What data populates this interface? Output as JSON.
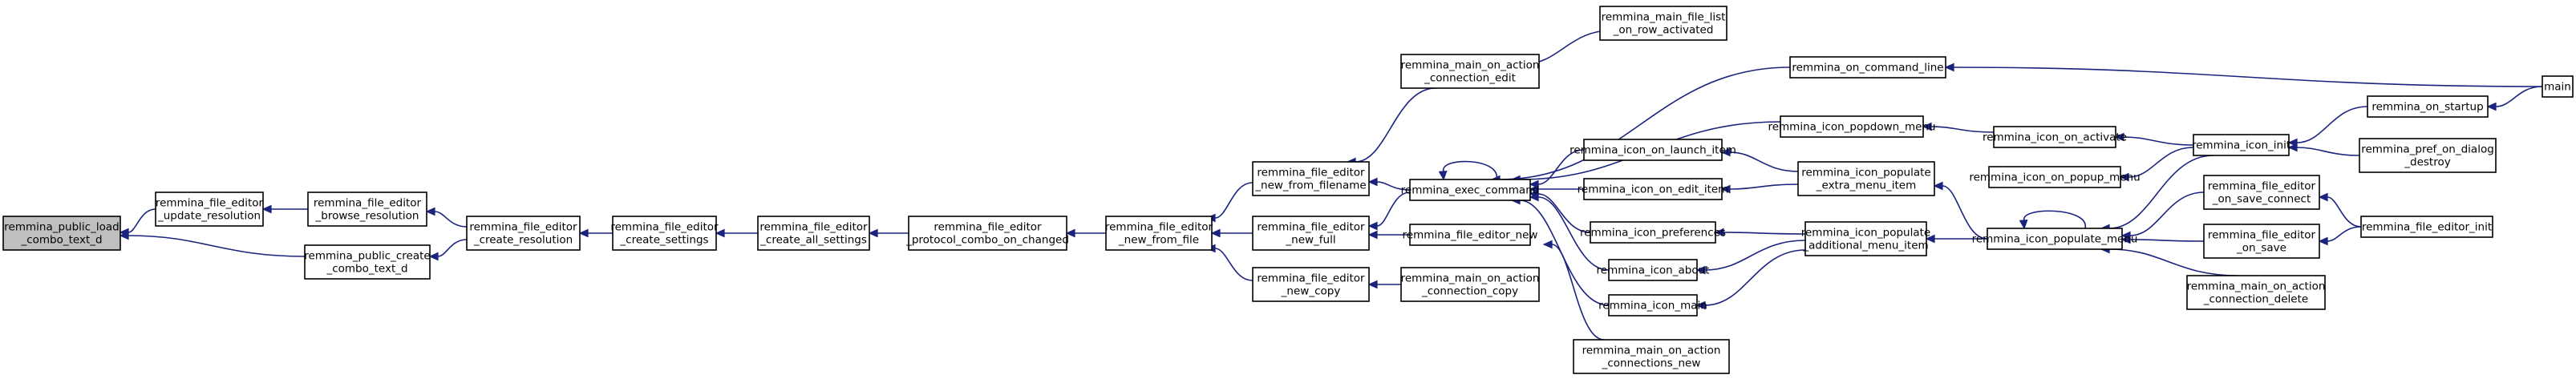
{
  "graph": {
    "title": "",
    "nodes": [
      {
        "id": "load_combo",
        "lines": [
          "remmina_public_load",
          "_combo_text_d"
        ],
        "root": true
      },
      {
        "id": "update_resolution",
        "lines": [
          "remmina_file_editor",
          "_update_resolution"
        ]
      },
      {
        "id": "public_create_combo",
        "lines": [
          "remmina_public_create",
          "_combo_text_d"
        ]
      },
      {
        "id": "browse_resolution",
        "lines": [
          "remmina_file_editor",
          "_browse_resolution"
        ]
      },
      {
        "id": "create_resolution",
        "lines": [
          "remmina_file_editor",
          "_create_resolution"
        ]
      },
      {
        "id": "create_settings",
        "lines": [
          "remmina_file_editor",
          "_create_settings"
        ]
      },
      {
        "id": "create_all_settings",
        "lines": [
          "remmina_file_editor",
          "_create_all_settings"
        ]
      },
      {
        "id": "protocol_combo",
        "lines": [
          "remmina_file_editor",
          "_protocol_combo_on_changed"
        ]
      },
      {
        "id": "new_from_file",
        "lines": [
          "remmina_file_editor",
          "_new_from_file"
        ]
      },
      {
        "id": "new_from_filename",
        "lines": [
          "remmina_file_editor",
          "_new_from_filename"
        ]
      },
      {
        "id": "new_full",
        "lines": [
          "remmina_file_editor",
          "_new_full"
        ]
      },
      {
        "id": "new_copy",
        "lines": [
          "remmina_file_editor",
          "_new_copy"
        ]
      },
      {
        "id": "main_action_edit",
        "lines": [
          "remmina_main_on_action",
          "_connection_edit"
        ]
      },
      {
        "id": "main_file_list",
        "lines": [
          "remmina_main_file_list",
          "_on_row_activated"
        ]
      },
      {
        "id": "exec_command",
        "lines": [
          "remmina_exec_command"
        ]
      },
      {
        "id": "file_editor_new",
        "lines": [
          "remmina_file_editor_new"
        ]
      },
      {
        "id": "main_action_copy",
        "lines": [
          "remmina_main_on_action",
          "_connection_copy"
        ]
      },
      {
        "id": "main_action_new",
        "lines": [
          "remmina_main_on_action",
          "_connections_new"
        ]
      },
      {
        "id": "on_command_line",
        "lines": [
          "remmina_on_command_line"
        ]
      },
      {
        "id": "icon_popdown_menu",
        "lines": [
          "remmina_icon_popdown_menu"
        ]
      },
      {
        "id": "icon_on_launch_item",
        "lines": [
          "remmina_icon_on_launch_item"
        ]
      },
      {
        "id": "icon_on_edit_item",
        "lines": [
          "remmina_icon_on_edit_item"
        ]
      },
      {
        "id": "icon_preferences",
        "lines": [
          "remmina_icon_preferences"
        ]
      },
      {
        "id": "icon_about",
        "lines": [
          "remmina_icon_about"
        ]
      },
      {
        "id": "icon_main",
        "lines": [
          "remmina_icon_main"
        ]
      },
      {
        "id": "icon_on_activate",
        "lines": [
          "remmina_icon_on_activate"
        ]
      },
      {
        "id": "icon_populate_extra",
        "lines": [
          "remmina_icon_populate",
          "_extra_menu_item"
        ]
      },
      {
        "id": "icon_populate_additional",
        "lines": [
          "remmina_icon_populate",
          "_additional_menu_item"
        ]
      },
      {
        "id": "icon_on_popup_menu",
        "lines": [
          "remmina_icon_on_popup_menu"
        ]
      },
      {
        "id": "icon_populate_menu",
        "lines": [
          "remmina_icon_populate_menu"
        ]
      },
      {
        "id": "icon_init",
        "lines": [
          "remmina_icon_init"
        ]
      },
      {
        "id": "editor_on_save_connect",
        "lines": [
          "remmina_file_editor",
          "_on_save_connect"
        ]
      },
      {
        "id": "editor_on_save",
        "lines": [
          "remmina_file_editor",
          "_on_save"
        ]
      },
      {
        "id": "main_action_delete",
        "lines": [
          "remmina_main_on_action",
          "_connection_delete"
        ]
      },
      {
        "id": "on_startup",
        "lines": [
          "remmina_on_startup"
        ]
      },
      {
        "id": "pref_on_dialog",
        "lines": [
          "remmina_pref_on_dialog",
          "_destroy"
        ]
      },
      {
        "id": "file_editor_init",
        "lines": [
          "remmina_file_editor_init"
        ]
      },
      {
        "id": "main",
        "lines": [
          "main"
        ]
      }
    ],
    "edges": [
      {
        "from": "update_resolution",
        "to": "load_combo"
      },
      {
        "from": "public_create_combo",
        "to": "load_combo"
      },
      {
        "from": "browse_resolution",
        "to": "update_resolution"
      },
      {
        "from": "create_resolution",
        "to": "browse_resolution"
      },
      {
        "from": "create_resolution",
        "to": "public_create_combo"
      },
      {
        "from": "create_settings",
        "to": "create_resolution"
      },
      {
        "from": "create_all_settings",
        "to": "create_settings"
      },
      {
        "from": "protocol_combo",
        "to": "create_all_settings"
      },
      {
        "from": "new_from_file",
        "to": "protocol_combo"
      },
      {
        "from": "new_from_filename",
        "to": "new_from_file"
      },
      {
        "from": "new_full",
        "to": "new_from_file"
      },
      {
        "from": "new_copy",
        "to": "new_from_file"
      },
      {
        "from": "main_action_edit",
        "to": "new_from_filename"
      },
      {
        "from": "main_file_list",
        "to": "main_action_edit"
      },
      {
        "from": "exec_command",
        "to": "new_from_filename"
      },
      {
        "from": "exec_command",
        "to": "new_full"
      },
      {
        "from": "file_editor_new",
        "to": "new_full"
      },
      {
        "from": "main_action_copy",
        "to": "new_copy"
      },
      {
        "from": "main_action_new",
        "to": "file_editor_new"
      },
      {
        "from": "exec_command",
        "to": "exec_command",
        "self": true
      },
      {
        "from": "on_command_line",
        "to": "exec_command"
      },
      {
        "from": "icon_popdown_menu",
        "to": "exec_command"
      },
      {
        "from": "icon_on_launch_item",
        "to": "exec_command"
      },
      {
        "from": "icon_on_edit_item",
        "to": "exec_command"
      },
      {
        "from": "icon_preferences",
        "to": "exec_command"
      },
      {
        "from": "icon_about",
        "to": "exec_command"
      },
      {
        "from": "icon_main",
        "to": "exec_command"
      },
      {
        "from": "icon_on_activate",
        "to": "icon_popdown_menu"
      },
      {
        "from": "icon_populate_extra",
        "to": "icon_on_launch_item"
      },
      {
        "from": "icon_populate_extra",
        "to": "icon_on_edit_item"
      },
      {
        "from": "icon_populate_additional",
        "to": "icon_preferences"
      },
      {
        "from": "icon_populate_additional",
        "to": "icon_about"
      },
      {
        "from": "icon_populate_additional",
        "to": "icon_main"
      },
      {
        "from": "icon_populate_menu",
        "to": "icon_populate_extra"
      },
      {
        "from": "icon_populate_menu",
        "to": "icon_populate_additional"
      },
      {
        "from": "icon_populate_menu",
        "to": "icon_populate_menu",
        "self": true
      },
      {
        "from": "icon_init",
        "to": "icon_on_activate"
      },
      {
        "from": "icon_init",
        "to": "icon_on_popup_menu"
      },
      {
        "from": "icon_init",
        "to": "icon_populate_menu"
      },
      {
        "from": "editor_on_save_connect",
        "to": "icon_populate_menu"
      },
      {
        "from": "editor_on_save",
        "to": "icon_populate_menu"
      },
      {
        "from": "main_action_delete",
        "to": "icon_populate_menu"
      },
      {
        "from": "on_startup",
        "to": "icon_init"
      },
      {
        "from": "pref_on_dialog",
        "to": "icon_init"
      },
      {
        "from": "file_editor_init",
        "to": "editor_on_save_connect"
      },
      {
        "from": "file_editor_init",
        "to": "editor_on_save"
      },
      {
        "from": "main",
        "to": "on_startup"
      },
      {
        "from": "main",
        "to": "on_command_line"
      }
    ]
  }
}
